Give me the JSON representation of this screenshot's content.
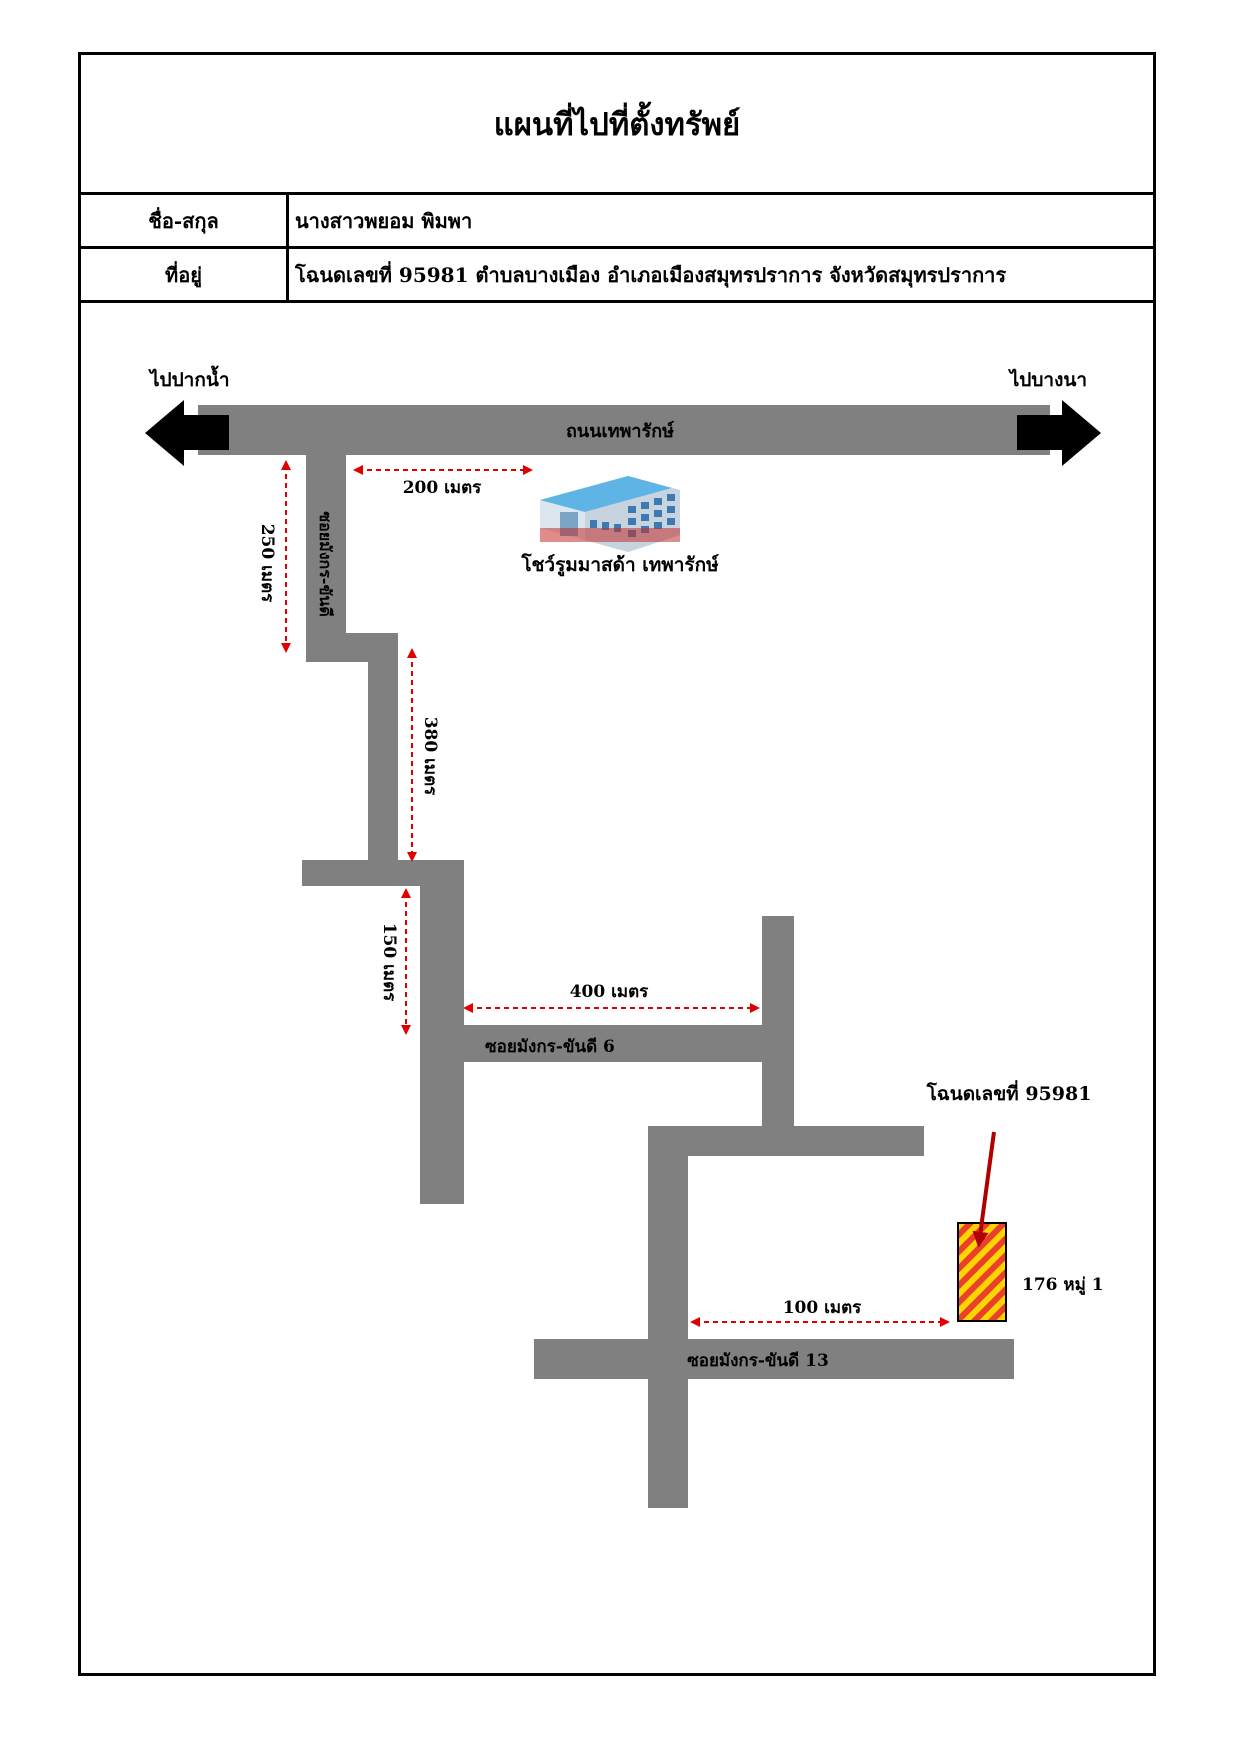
{
  "title": "แผนที่ไปที่ตั้งทรัพย์",
  "fields": [
    {
      "label": "ชื่อ-สกุล",
      "value": "นางสาวพยอม พิมพา"
    },
    {
      "label": "ที่อยู่",
      "value": "โฉนดเลขที่ 95981 ตำบลบางเมือง อำเภอเมืองสมุทรปราการ จังหวัดสมุทรปราการ"
    }
  ],
  "map": {
    "direction_left": "ไปปากน้ำ",
    "direction_right": "ไปบางนา",
    "main_road": "ถนนเทพารักษ์",
    "soi_main": "ซอยมังกร-ขันดี",
    "soi_6": "ซอยมังกร-ขันดี 6",
    "soi_13": "ซอยมังกร-ขันดี 13",
    "landmark": "โชว์รูมมาสด้า เทพารักษ์",
    "deed_label": "โฉนดเลขที่ 95981",
    "house_no": "176 หมู่ 1",
    "distances": {
      "d200": "200 เมตร",
      "d250": "250 เมตร",
      "d380": "380 เมตร",
      "d150": "150 เมตร",
      "d400": "400 เมตร",
      "d100": "100 เมตร"
    }
  },
  "colors": {
    "road": "#808080",
    "arrow": "#000000",
    "dim_line": "#e00000",
    "pointer": "#b00000",
    "plot_fill": "#ffd400",
    "plot_stripe": "#e8402a"
  }
}
